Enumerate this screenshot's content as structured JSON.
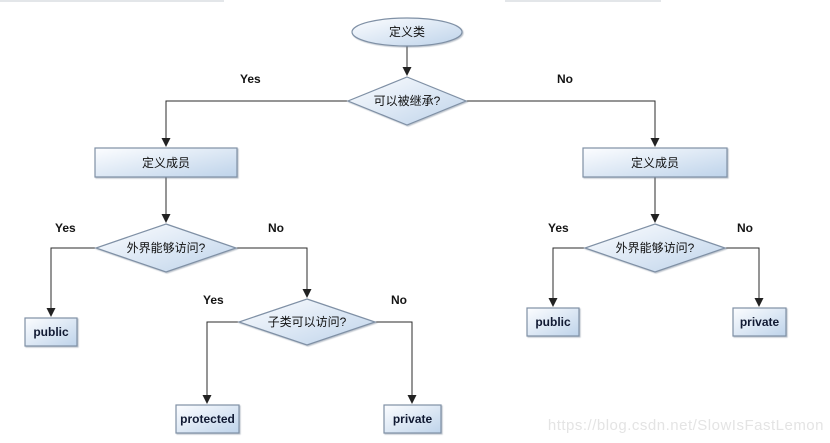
{
  "diagram": {
    "nodes": {
      "start": {
        "label": "定义类"
      },
      "q_inheritable": {
        "label": "可以被继承?"
      },
      "define_members_left": {
        "label": "定义成员"
      },
      "define_members_right": {
        "label": "定义成员"
      },
      "q_outside_access_left": {
        "label": "外界能够访问?"
      },
      "q_outside_access_right": {
        "label": "外界能够访问?"
      },
      "q_subclass_access": {
        "label": "子类可以访问?"
      },
      "result_public_left": {
        "label": "public"
      },
      "result_protected": {
        "label": "protected"
      },
      "result_private_mid": {
        "label": "private"
      },
      "result_public_right": {
        "label": "public"
      },
      "result_private_right": {
        "label": "private"
      }
    },
    "edge_labels": {
      "inherit_yes": "Yes",
      "inherit_no": "No",
      "outside_left_yes": "Yes",
      "outside_left_no": "No",
      "subclass_yes": "Yes",
      "subclass_no": "No",
      "outside_right_yes": "Yes",
      "outside_right_no": "No"
    },
    "colors": {
      "node_fill_light": "#fcfdff",
      "node_fill_dark": "#bed3ea",
      "node_border": "#7f90a5",
      "connector": "#2b2b2b"
    }
  },
  "watermark": {
    "text": "https://blog.csdn.net/SlowIsFastLemon"
  }
}
